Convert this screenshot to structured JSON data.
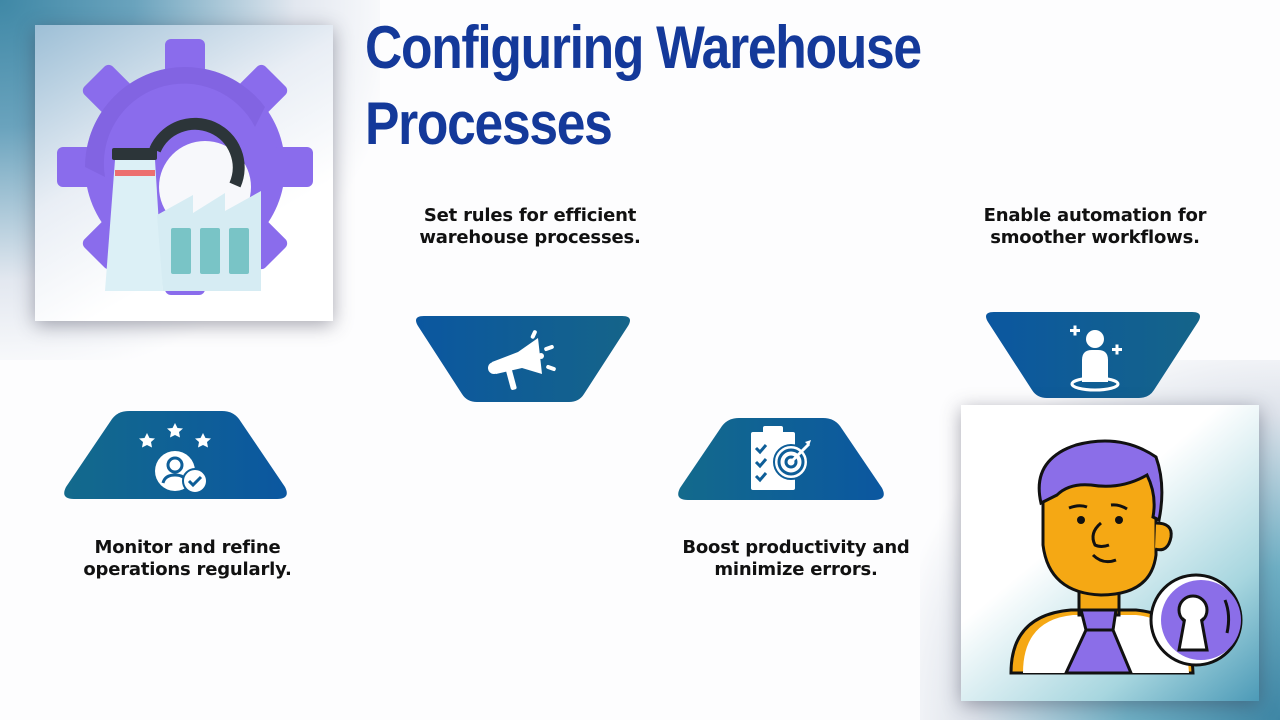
{
  "slide": {
    "title_line1": "Configuring Warehouse",
    "title_line2": "Processes",
    "colors": {
      "title": "#14399a",
      "shape_dark": "#0a4f91",
      "shape_teal": "#176a8a",
      "accent_purple": "#8b6ee8",
      "accent_orange": "#f5a814"
    }
  },
  "steps": [
    {
      "caption_line1": "Set rules for efficient",
      "caption_line2": "warehouse processes.",
      "icon": "megaphone-icon"
    },
    {
      "caption_line1": "Enable automation for",
      "caption_line2": "smoother workflows.",
      "icon": "user-add-icon"
    },
    {
      "caption_line1": "Monitor and refine",
      "caption_line2": "operations regularly.",
      "icon": "user-rating-check-icon"
    },
    {
      "caption_line1": "Boost productivity and",
      "caption_line2": "minimize errors.",
      "icon": "clipboard-target-icon"
    }
  ],
  "images": {
    "top_left": "gear-factory-illustration",
    "bottom_right": "person-keyhole-illustration"
  }
}
